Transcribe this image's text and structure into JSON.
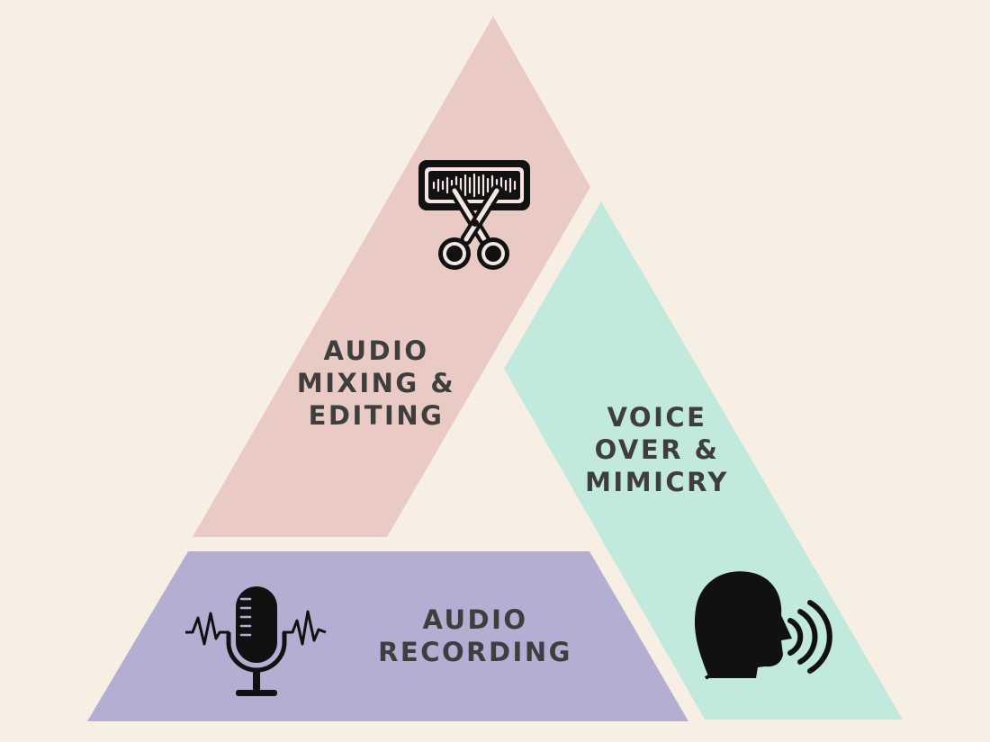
{
  "colors": {
    "background": "#f8efe4",
    "mixing_segment": "#e9cac4",
    "voice_segment": "#c1e9de",
    "recording_segment": "#b4aed2",
    "text": "#3e3e3e",
    "icon": "#111111"
  },
  "segments": {
    "mixing": {
      "label_lines": [
        "AUDIO",
        "MIXING &",
        "EDITING"
      ],
      "icon": "scissors-waveform-icon"
    },
    "voice": {
      "label_lines": [
        "VOICE",
        "OVER &",
        "MIMICRY"
      ],
      "icon": "speaking-head-icon"
    },
    "recording": {
      "label_lines": [
        "AUDIO",
        "RECORDING"
      ],
      "icon": "microphone-icon"
    }
  }
}
